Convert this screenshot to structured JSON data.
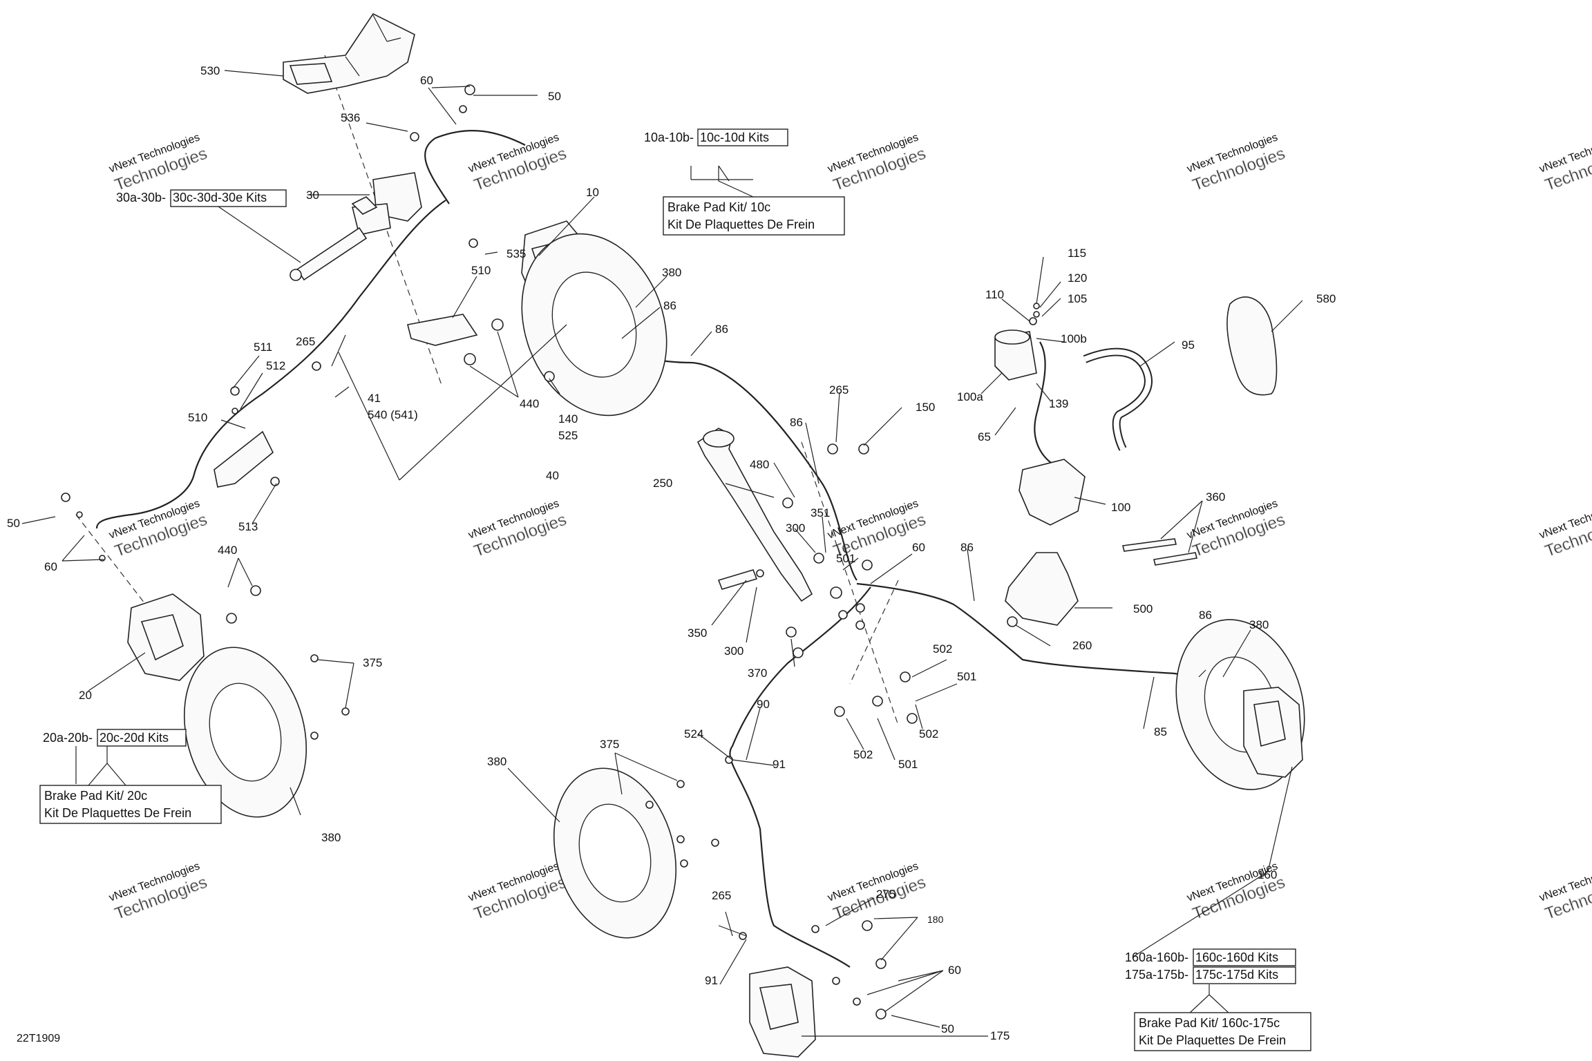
{
  "drawing_code": "22T1909",
  "watermark": {
    "line1": "vNext Technologies",
    "line2": "vNext Technologies",
    "line3": "Technologies"
  },
  "callouts": {
    "c530": "530",
    "c50a": "50",
    "c60a": "60",
    "c536": "536",
    "c30": "30",
    "c10": "10",
    "c535": "535",
    "c510a": "510",
    "c380a": "380",
    "c86a": "86",
    "c86b": "86",
    "c440a": "440",
    "c140": "140",
    "c525": "525",
    "c265a": "265",
    "c41": "41",
    "c540": "540 (541)",
    "c40": "40",
    "c511": "511",
    "c512": "512",
    "c510b": "510",
    "c513": "513",
    "c50b": "50",
    "c60b": "60",
    "c440b": "440",
    "c20": "20",
    "c375a": "375",
    "c380b": "380",
    "c115": "115",
    "c120": "120",
    "c110": "110",
    "c105": "105",
    "c100b": "100b",
    "c100a": "100a",
    "c139": "139",
    "c65": "65",
    "c95": "95",
    "c580": "580",
    "c100": "100",
    "c265b": "265",
    "c150": "150",
    "c86c": "86",
    "c480": "480",
    "c250": "250",
    "c351": "351",
    "c300a": "300",
    "c501a": "501",
    "c60c": "60",
    "c86d": "86",
    "c360": "360",
    "c350": "350",
    "c300b": "300",
    "c370": "370",
    "c500": "500",
    "c260": "260",
    "c502a": "502",
    "c501b": "501",
    "c502b": "502",
    "c502c": "502",
    "c501c": "501",
    "c86e": "86",
    "c380c": "380",
    "c85": "85",
    "c90": "90",
    "c524": "524",
    "c91a": "91",
    "c375b": "375",
    "c380d": "380",
    "c265c": "265",
    "c275": "275",
    "c180": "180",
    "c60d": "60",
    "c50c": "50",
    "c91b": "91",
    "c175": "175",
    "c160": "160"
  },
  "kit_labels": {
    "k30_pre": "30a-30b-",
    "k30_box": "30c-30d-30e Kits",
    "k10_pre": "10a-10b-",
    "k10_box": "10c-10d Kits",
    "k10_pad1": "Brake Pad Kit/ 10c",
    "k10_pad2": "Kit De Plaquettes De Frein",
    "k20_pre": "20a-20b-",
    "k20_box": "20c-20d Kits",
    "k20_pad1": "Brake Pad Kit/ 20c",
    "k20_pad2": "Kit De Plaquettes De Frein",
    "k160_pre": "160a-160b-",
    "k160_box": "160c-160d Kits",
    "k175_pre": "175a-175b-",
    "k175_box": "175c-175d Kits",
    "k160_pad1": "Brake Pad Kit/ 160c-175c",
    "k160_pad2": "Kit De Plaquettes De Frein"
  }
}
